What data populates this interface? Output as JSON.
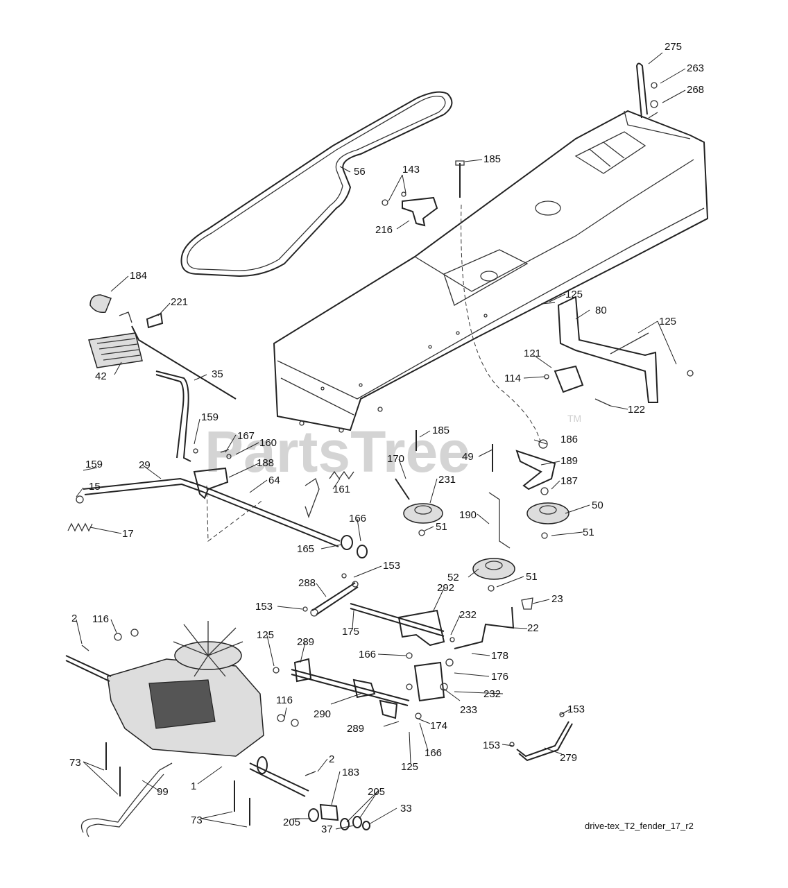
{
  "watermark": {
    "text": "PartsTree",
    "trademark": "TM"
  },
  "diagram_code": "drive-tex_T2_fender_17_r2",
  "callouts": {
    "c275": "275",
    "c263": "263",
    "c268": "268",
    "c56": "56",
    "c143": "143",
    "c185a": "185",
    "c216": "216",
    "c184": "184",
    "c221": "221",
    "c125a": "125",
    "c80": "80",
    "c125b": "125",
    "c42": "42",
    "c35": "35",
    "c121": "121",
    "c114": "114",
    "c122": "122",
    "c159a": "159",
    "c167": "167",
    "c160": "160",
    "c185b": "185",
    "c186": "186",
    "c49": "49",
    "c159b": "159",
    "c29": "29",
    "c188": "188",
    "c64": "64",
    "c170": "170",
    "c189": "189",
    "c15": "15",
    "c161": "161",
    "c231": "231",
    "c187": "187",
    "c50": "50",
    "c190": "190",
    "c166a": "166",
    "c17": "17",
    "c51a": "51",
    "c51b": "51",
    "c165": "165",
    "c52": "52",
    "c51c": "51",
    "c153a": "153",
    "c288": "288",
    "c292": "292",
    "c23": "23",
    "c153b": "153",
    "c232a": "232",
    "c2a": "2",
    "c116a": "116",
    "c175": "175",
    "c22": "22",
    "c125c": "125",
    "c289a": "289",
    "c166b": "166",
    "c178": "178",
    "c176": "176",
    "c232b": "232",
    "c233": "233",
    "c116b": "116",
    "c290": "290",
    "c174": "174",
    "c153c": "153",
    "c289b": "289",
    "c166c": "166",
    "c153d": "153",
    "c279": "279",
    "c73a": "73",
    "c2b": "2",
    "c125d": "125",
    "c1": "1",
    "c183": "183",
    "c99": "99",
    "c205a": "205",
    "c205b": "205",
    "c33": "33",
    "c73b": "73",
    "c37": "37"
  }
}
